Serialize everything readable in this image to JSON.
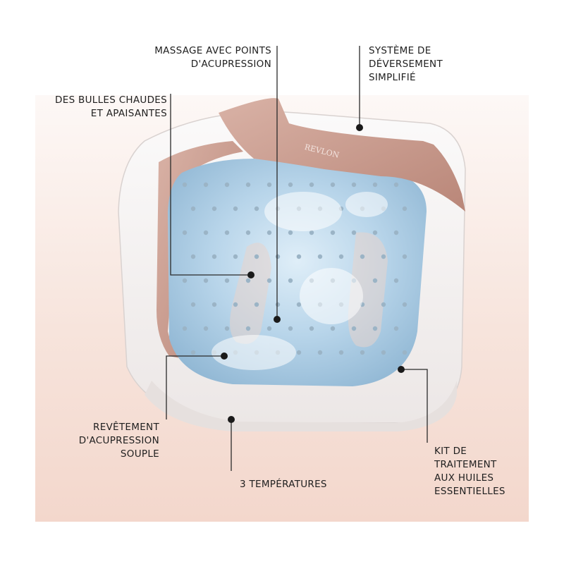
{
  "brand": "REVLON",
  "colors": {
    "leader": "#2a2a2a",
    "rose": "#c9978a",
    "water": "#a9cbe2",
    "shell": "#f7f4f3"
  },
  "labels": {
    "massage": [
      "MASSAGE AVEC POINTS",
      "D'ACUPRESSION"
    ],
    "drain": [
      "SYSTÈME DE",
      "DÉVERSEMENT",
      "SIMPLIFIÉ"
    ],
    "bubbles": [
      "DES BULLES CHAUDES",
      "ET APAISANTES"
    ],
    "coating": [
      "REVÊTEMENT",
      "D'ACUPRESSION",
      "SOUPLE"
    ],
    "temperatures": [
      "3 TEMPÉRATURES"
    ],
    "oils": [
      "KIT DE",
      "TRAITEMENT",
      "AUX HUILES",
      "ESSENTIELLES"
    ]
  }
}
